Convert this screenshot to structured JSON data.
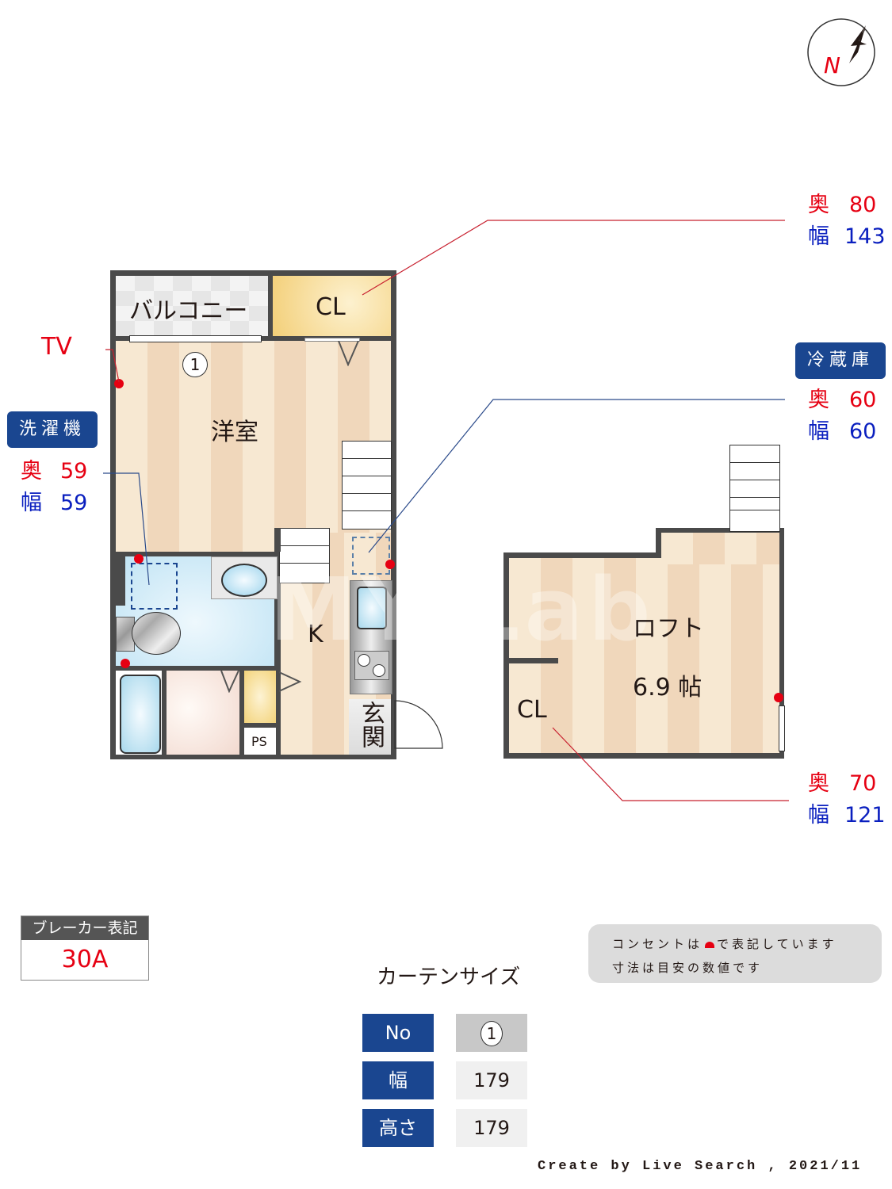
{
  "compass": {
    "label": "N"
  },
  "rooms": {
    "balcony": "バルコニー",
    "closet_top": "CL",
    "western_room": "洋室",
    "kitchen": "K",
    "entrance": "玄関",
    "ps": "PS",
    "loft": "ロフト",
    "loft_size": "6.9 帖",
    "loft_closet": "CL",
    "curtain_marker": "1"
  },
  "watermark": "MY Lab",
  "annotations": {
    "tv": "TV",
    "washing_machine": {
      "tag": "洗濯機",
      "depth_label": "奥",
      "depth": "59",
      "width_label": "幅",
      "width": "59"
    },
    "top_closet": {
      "depth_label": "奥",
      "depth": "80",
      "width_label": "幅",
      "width": "143"
    },
    "refrigerator": {
      "tag": "冷蔵庫",
      "depth_label": "奥",
      "depth": "60",
      "width_label": "幅",
      "width": "60"
    },
    "loft_closet": {
      "depth_label": "奥",
      "depth": "70",
      "width_label": "幅",
      "width": "121"
    }
  },
  "breaker": {
    "title": "ブレーカー表記",
    "value": "30A"
  },
  "legend_note": {
    "line1_pre": "コンセントは",
    "line1_post": "で表記しています",
    "line2": "寸法は目安の数値です"
  },
  "curtain": {
    "title": "カーテンサイズ",
    "rows": [
      {
        "header": "No",
        "value": "1"
      },
      {
        "header": "幅",
        "value": "179"
      },
      {
        "header": "高さ",
        "value": "179"
      }
    ]
  },
  "footer": {
    "credit": "Create by Live Search , 2021/11"
  },
  "colors": {
    "accent_blue": "#1a4690",
    "outlet_red": "#e60012",
    "wall": "#4a4a4a"
  }
}
